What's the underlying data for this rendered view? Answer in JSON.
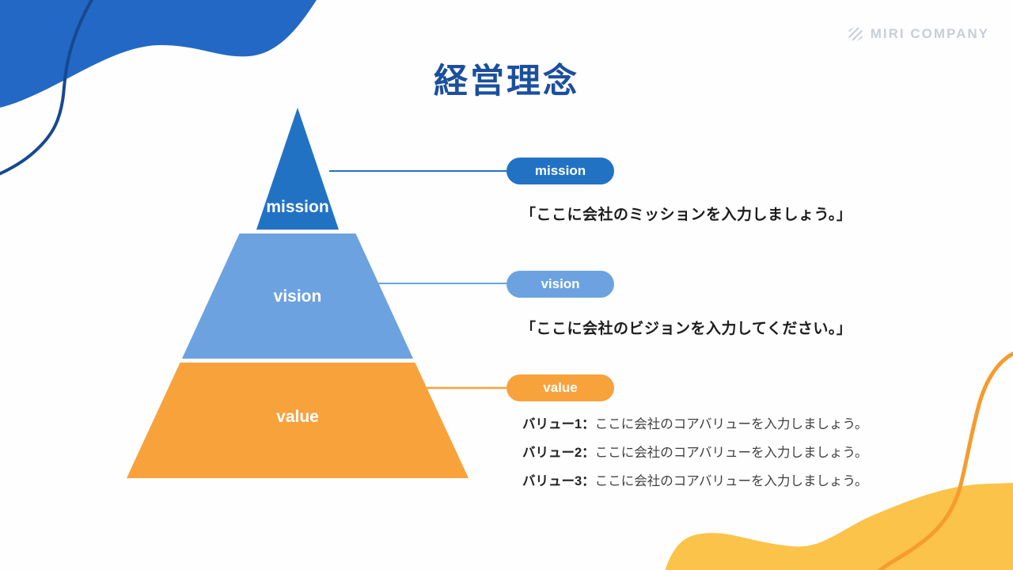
{
  "slide": {
    "title": "経営理念",
    "logo": {
      "name": "MIRI COMPANY"
    }
  },
  "pyramid": {
    "levels": [
      {
        "id": "mission",
        "label": "mission",
        "color": "#2272c4"
      },
      {
        "id": "vision",
        "label": "vision",
        "color": "#6ca2e0"
      },
      {
        "id": "value",
        "label": "value",
        "color": "#f8a23c"
      }
    ]
  },
  "callouts": {
    "mission": {
      "tag": "mission",
      "text": "「ここに会社のミッションを入力しましょう。」"
    },
    "vision": {
      "tag": "vision",
      "text": "「ここに会社のビジョンを入力してください。」"
    },
    "value": {
      "tag": "value",
      "items": [
        {
          "label": "バリュー1：",
          "text": "ここに会社のコアバリューを入力しましょう。"
        },
        {
          "label": "バリュー2：",
          "text": "ここに会社のコアバリューを入力しましょう。"
        },
        {
          "label": "バリュー3：",
          "text": "ここに会社のコアバリューを入力しましょう。"
        }
      ]
    }
  },
  "colors": {
    "title": "#1b4f9e",
    "mission": "#2272c4",
    "vision": "#6ca2e0",
    "value": "#f8a23c",
    "blob_blue": "#2368c4",
    "curve_navy": "#17498f",
    "blob_yellow": "#fbc349",
    "curve_orange": "#f59c2f",
    "logo_gray": "#c9cdd5"
  }
}
